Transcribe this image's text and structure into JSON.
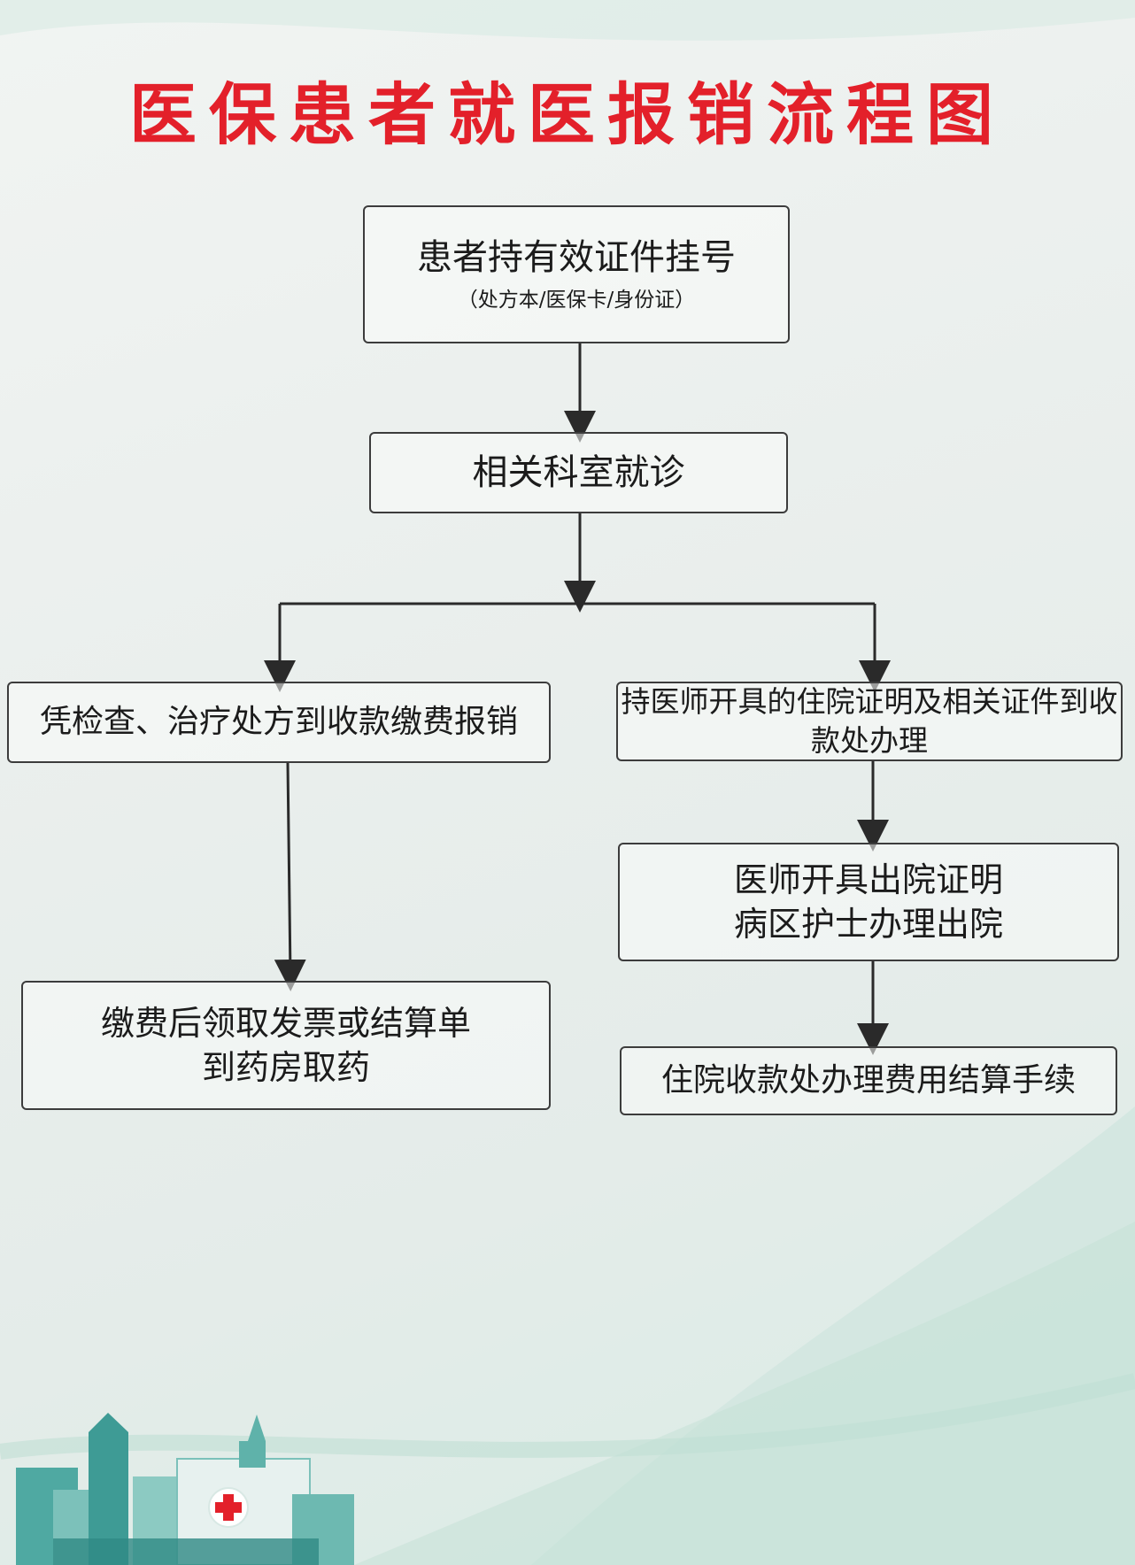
{
  "title": "医保患者就医报销流程图",
  "steps": {
    "register": {
      "main": "患者持有效证件挂号",
      "sub": "（处方本/医保卡/身份证）"
    },
    "visit": {
      "main": "相关科室就诊"
    },
    "outpatient_pay": {
      "main": "凭检查、治疗处方到收款缴费报销"
    },
    "outpatient_collect": {
      "line1": "缴费后领取发票或结算单",
      "line2": "到药房取药"
    },
    "inpatient_admit": {
      "main": "持医师开具的住院证明及相关证件到收款处办理"
    },
    "inpatient_discharge": {
      "line1": "医师开具出院证明",
      "line2": "病区护士办理出院"
    },
    "inpatient_settle": {
      "main": "住院收款处办理费用结算手续"
    }
  },
  "colors": {
    "title": "#e3202a",
    "border": "#3c3c3c",
    "text": "#1b1b1b",
    "accent_teal": "#4fa9a2"
  }
}
